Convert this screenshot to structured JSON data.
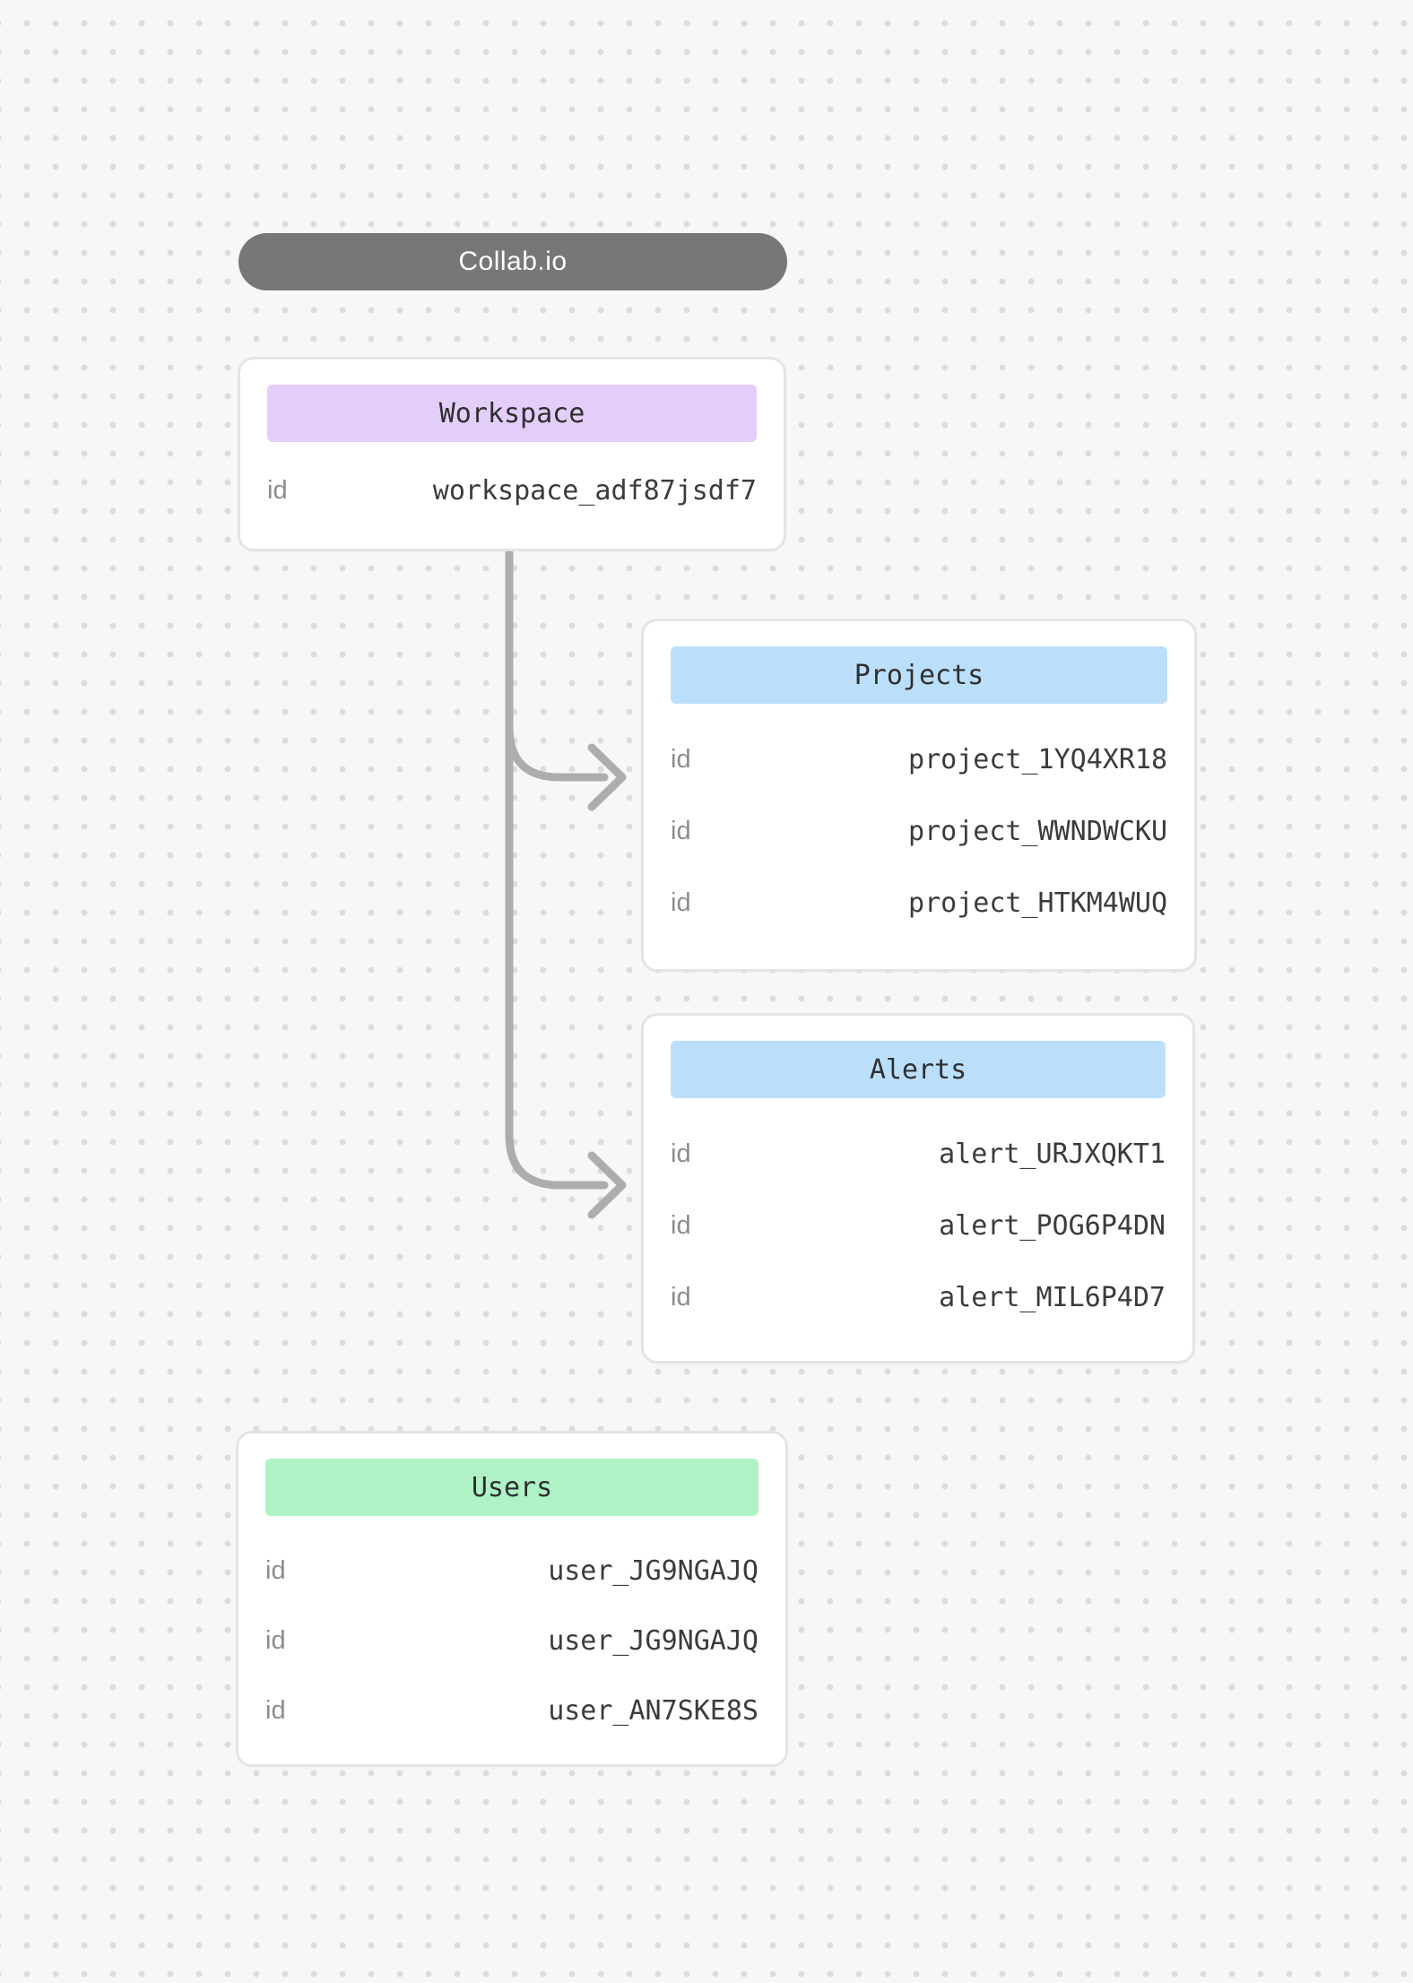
{
  "diagram": {
    "title": "Collab.io",
    "colors": {
      "title_pill_bg": "#777777",
      "workspace_header_bg": "#e3cdf9",
      "projects_header_bg": "#bbdffb",
      "alerts_header_bg": "#bbdffb",
      "users_header_bg": "#aef2c6",
      "connector": "#adadad",
      "card_border": "#e5e4e2",
      "canvas_dot": "#dcdcdc"
    },
    "entities": [
      {
        "title": "Workspace",
        "rows": [
          {
            "label": "id",
            "value": "workspace_adf87jsdf7"
          }
        ]
      },
      {
        "title": "Projects",
        "rows": [
          {
            "label": "id",
            "value": "project_1YQ4XR18"
          },
          {
            "label": "id",
            "value": "project_WWNDWCKU"
          },
          {
            "label": "id",
            "value": "project_HTKM4WUQ"
          }
        ]
      },
      {
        "title": "Alerts",
        "rows": [
          {
            "label": "id",
            "value": "alert_URJXQKT1"
          },
          {
            "label": "id",
            "value": "alert_POG6P4DN"
          },
          {
            "label": "id",
            "value": "alert_MIL6P4D7"
          }
        ]
      },
      {
        "title": "Users",
        "rows": [
          {
            "label": "id",
            "value": "user_JG9NGAJQ"
          },
          {
            "label": "id",
            "value": "user_JG9NGAJQ"
          },
          {
            "label": "id",
            "value": "user_AN7SKE8S"
          }
        ]
      }
    ],
    "connections": [
      {
        "from": "Workspace",
        "to": "Projects"
      },
      {
        "from": "Workspace",
        "to": "Alerts"
      }
    ]
  }
}
